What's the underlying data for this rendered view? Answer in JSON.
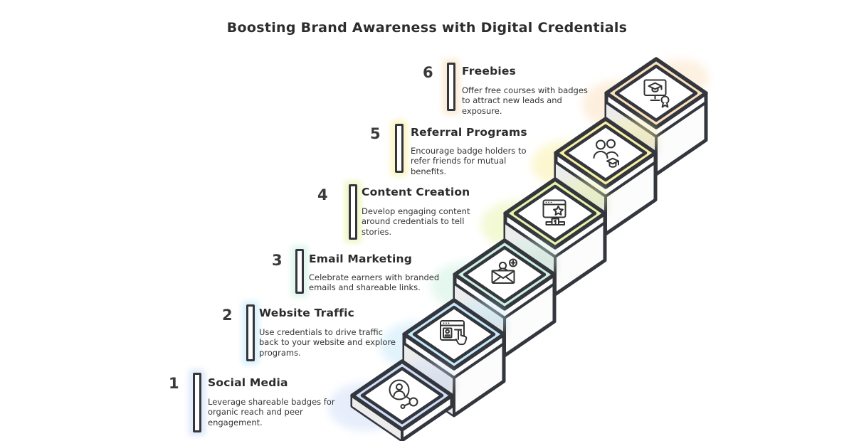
{
  "heading": {
    "title": "Boosting Brand Awareness with Digital Credentials"
  },
  "colors": {
    "outline": "#33363d",
    "heading_text": "#2d2d2d",
    "body_text": "#333333",
    "step_top_face": "#ffffff",
    "step_side_face": "#ececec"
  },
  "steps": [
    {
      "number": "1",
      "title": "Social Media",
      "description": "Leverage shareable badges for organic reach and peer engagement.",
      "accent": "#cfddf7",
      "icon": "social-media-icon"
    },
    {
      "number": "2",
      "title": "Website Traffic",
      "description": "Use credentials to drive traffic back to your website and explore programs.",
      "accent": "#c5e8f9",
      "icon": "website-traffic-icon"
    },
    {
      "number": "3",
      "title": "Email Marketing",
      "description": "Celebrate earners with branded emails and shareable links.",
      "accent": "#cdf0e1",
      "icon": "email-marketing-icon"
    },
    {
      "number": "4",
      "title": "Content Creation",
      "description": "Develop engaging content around credentials to tell stories.",
      "accent": "#e8f3a8",
      "icon": "content-creation-icon"
    },
    {
      "number": "5",
      "title": "Referral Programs",
      "description": "Encourage badge holders to refer friends for mutual benefits.",
      "accent": "#f9f0a3",
      "icon": "referral-programs-icon"
    },
    {
      "number": "6",
      "title": "Freebies",
      "description": "Offer free courses with badges to attract new leads and exposure.",
      "accent": "#fbe0bd",
      "icon": "freebies-icon"
    }
  ]
}
